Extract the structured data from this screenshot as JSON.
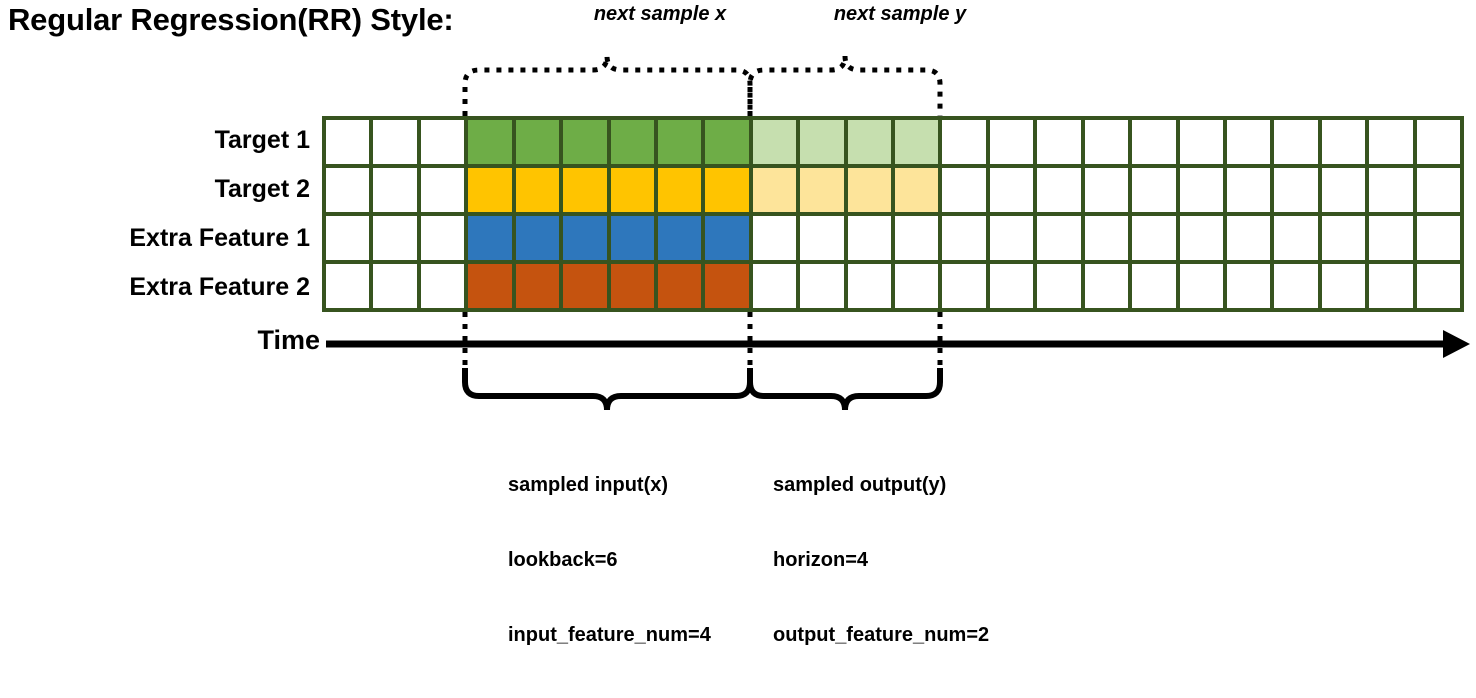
{
  "title": "Regular Regression(RR) Style:",
  "top_labels": {
    "next_sample_x": "next sample x",
    "next_sample_y": "next sample y"
  },
  "axis": {
    "time_label": "Time"
  },
  "rows": [
    {
      "label": "Target 1",
      "fill": "#6EAD47",
      "light": "#C6DFAF",
      "has_horizon": true
    },
    {
      "label": "Target 2",
      "fill": "#FFC400",
      "light": "#FDE49A",
      "has_horizon": true
    },
    {
      "label": "Extra Feature 1",
      "fill": "#2E77BC",
      "light": "#FFFFFF",
      "has_horizon": false
    },
    {
      "label": "Extra Feature 2",
      "fill": "#C5530F",
      "light": "#FFFFFF",
      "has_horizon": false
    }
  ],
  "grid": {
    "total_columns": 24,
    "lead_blank_columns": 3,
    "lookback_columns": 6,
    "horizon_columns": 4,
    "trail_blank_columns": 11,
    "border_color": "#37541F",
    "empty_color": "#FFFFFF"
  },
  "annotations": {
    "input": {
      "line1": "sampled input(x)",
      "line2": "lookback=6",
      "line3": "input_feature_num=4"
    },
    "output": {
      "line1": "sampled output(y)",
      "line2": "horizon=4",
      "line3": "output_feature_num=2"
    }
  },
  "chart_data": {
    "type": "diagram",
    "title": "Regular Regression(RR) Style:",
    "series": [
      {
        "name": "Target 1",
        "role": "target",
        "input_cells": 6,
        "output_cells": 4
      },
      {
        "name": "Target 2",
        "role": "target",
        "input_cells": 6,
        "output_cells": 4
      },
      {
        "name": "Extra Feature 1",
        "role": "extra_feature",
        "input_cells": 6,
        "output_cells": 0
      },
      {
        "name": "Extra Feature 2",
        "role": "extra_feature",
        "input_cells": 6,
        "output_cells": 0
      }
    ],
    "lookback": 6,
    "horizon": 4,
    "input_feature_num": 4,
    "output_feature_num": 2,
    "timeline_length": 24
  }
}
